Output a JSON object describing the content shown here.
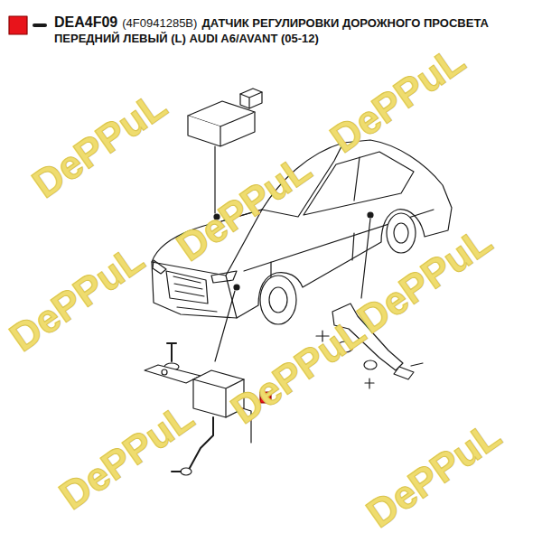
{
  "diagram": {
    "title": "ДАТЧИК РЕГУЛИРОВКИ ДОРОЖНОГО ПРОСВЕТА ПЕРЕДНИЙ ЛЕВЫЙ (L) AUDI A6/AVANT (05-12)",
    "labels": [
      "DEA4F09",
      "(4F0941285B)",
      "DePPuL",
      "DePPuL",
      "DePPuL",
      "DePPuL",
      "DePPuL",
      "DePPuL",
      "DePPuL",
      "DePPuL"
    ]
  }
}
